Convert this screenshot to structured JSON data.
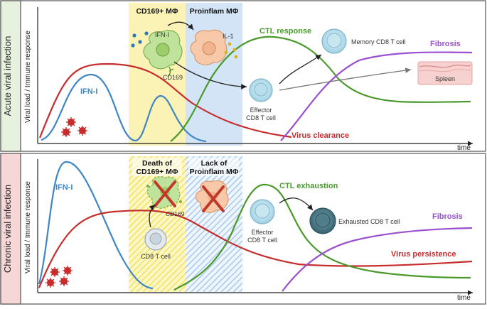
{
  "panels": {
    "acute": {
      "side_label": "Acute viral infection",
      "ylabel": "Viral load / Immune response",
      "xlabel": "time",
      "box1_title": "CD169+ MΦ",
      "box2_title": "Proinflam MΦ",
      "ifn_label": "IFN-I",
      "ifn_small": "IFN-I",
      "cd169_label": "CD169",
      "il1_label": "IL-1",
      "ctl_label": "CTL response",
      "memory_label": "Memory CD8 T cell",
      "fibrosis_label": "Fibrosis",
      "spleen_label": "Spleen",
      "effector_label_1": "Effector",
      "effector_label_2": "CD8 T cell",
      "virus_label": "Virus clearance"
    },
    "chronic": {
      "side_label": "Chronic viral infection",
      "ylabel": "Viral load / Immune response",
      "xlabel": "time",
      "box1_title_1": "Death of",
      "box1_title_2": "CD169+ MΦ",
      "box2_title_1": "Lack of",
      "box2_title_2": "Proinflam MΦ",
      "ifn_label": "IFN-I",
      "cd169_label": "CD169",
      "cd8_label": "CD8 T cell",
      "ctl_label": "CTL exhaustion",
      "exhausted_label": "Exhausted CD8 T cell",
      "effector_label_1": "Effector",
      "effector_label_2": "CD8 T cell",
      "fibrosis_label": "Fibrosis",
      "virus_label": "Virus persistence"
    }
  },
  "colors": {
    "ifn": "#3f86c4",
    "virus": "#c62d2d",
    "ctl": "#4a9a2b",
    "fibrosis": "#9a4fd0",
    "acute_side": "#e6f1de",
    "chronic_side": "#f6d6d6",
    "box_yellow": "#fbf2b5",
    "box_blue": "#d2e4f6"
  },
  "icons": [
    "virus-icon",
    "macrophage-icon",
    "t-cell-icon",
    "spleen-icon",
    "cross-icon"
  ]
}
